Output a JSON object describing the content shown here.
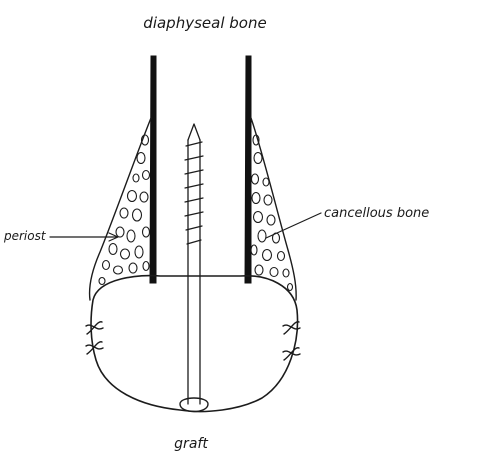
{
  "labels": {
    "top": "diaphyseal bone",
    "left": "periost",
    "right": "cancellous bone",
    "bottom": "graft"
  }
}
